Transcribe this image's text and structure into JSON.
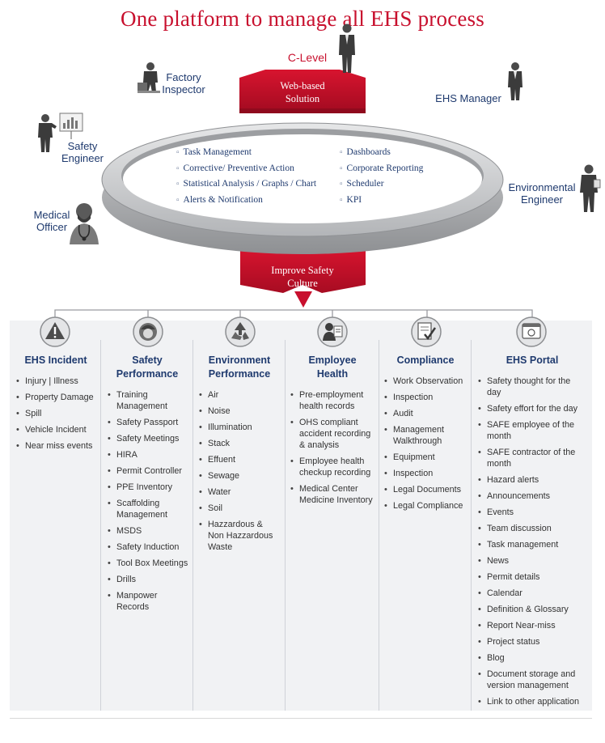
{
  "title": "One platform to manage all EHS process",
  "roles": {
    "c_level": "C-Level",
    "factory_inspector": "Factory\nInspector",
    "ehs_manager": "EHS Manager",
    "safety_engineer": "Safety\nEngineer",
    "environmental_engineer": "Environmental\nEngineer",
    "medical_officer": "Medical\nOfficer"
  },
  "banners": {
    "top": "Web-based\nSolution",
    "bottom": "Improve Safety\nCulture"
  },
  "ring": {
    "left_items": [
      "Task Management",
      "Corrective/ Preventive Action",
      "Statistical Analysis / Graphs / Chart",
      "Alerts & Notification"
    ],
    "right_items": [
      "Dashboards",
      "Corporate Reporting",
      "Scheduler",
      "KPI"
    ]
  },
  "columns": [
    {
      "title": "EHS Incident",
      "icon": "warning-icon",
      "items": [
        "Injury | Illness",
        "Property Damage",
        "Spill",
        "Vehicle Incident",
        "Near miss events"
      ]
    },
    {
      "title": "Safety\nPerformance",
      "icon": "hardhat-worker-icon",
      "items": [
        "Training Management",
        "Safety Passport",
        "Safety Meetings",
        "HIRA",
        "Permit Controller",
        "PPE Inventory",
        "Scaffolding Management",
        "MSDS",
        "Safety Induction",
        "Tool Box Meetings",
        "Drills",
        "Manpower Records"
      ]
    },
    {
      "title": "Environment\nPerformance",
      "icon": "recycle-icon",
      "items": [
        "Air",
        "Noise",
        "Illumination",
        "Stack",
        "Effuent",
        "Sewage",
        "Water",
        "Soil",
        "Hazzardous & Non Hazzardous Waste"
      ]
    },
    {
      "title": "Employee\nHealth",
      "icon": "employee-health-icon",
      "items": [
        "Pre-employment health records",
        "OHS compliant accident recording & analysis",
        "Employee health checkup recording",
        "Medical Center Medicine Inventory"
      ]
    },
    {
      "title": "Compliance",
      "icon": "checklist-icon",
      "items": [
        "Work Observation",
        "Inspection",
        "Audit",
        "Management Walkthrough",
        "Equipment",
        "Inspection",
        "Legal Documents",
        "Legal Compliance"
      ]
    },
    {
      "title": "EHS Portal",
      "icon": "portal-window-icon",
      "items": [
        "Safety thought for the day",
        "Safety effort for the day",
        "SAFE employee of the month",
        "SAFE contractor of the month",
        "Hazard alerts",
        "Announcements",
        "Events",
        "Team discussion",
        "Task management",
        "News",
        "Permit details",
        "Calendar",
        "Definition & Glossary",
        "Report Near-miss",
        "Project status",
        "Blog",
        "Document storage and version management",
        "Link to other application"
      ]
    }
  ],
  "colors": {
    "title_red": "#c8102e",
    "banner_red": "#c8102e",
    "heading_blue": "#1f3a6e",
    "ring_gray": "#a7a9ac"
  }
}
